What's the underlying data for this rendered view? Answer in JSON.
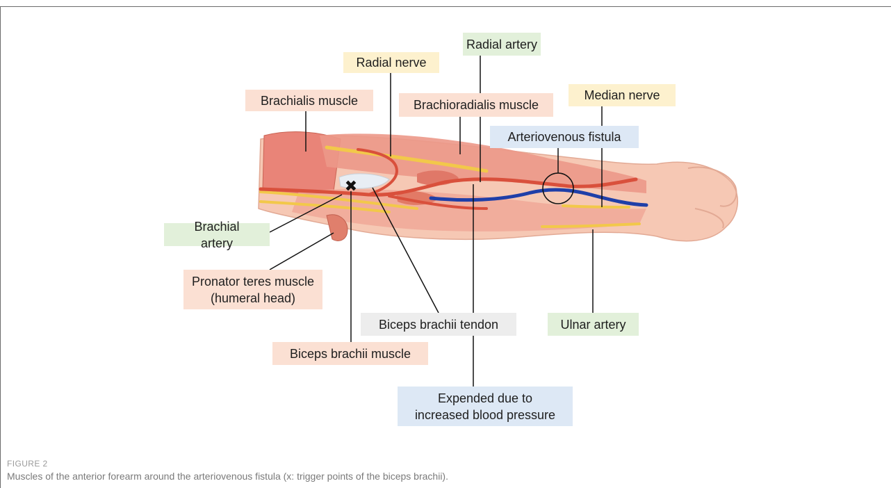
{
  "colors": {
    "muscle_label_bg": "#fbe0d3",
    "nerve_label_bg": "#fdf1ce",
    "artery_label_bg": "#e2f0da",
    "vein_label_bg": "#dde8f5",
    "tendon_label_bg": "#ededed",
    "skin": "#f6c8b4",
    "muscle": "#ec9484",
    "nerve": "#f2c84a",
    "artery": "#d9503c",
    "vein": "#1f3fa8"
  },
  "labels": {
    "radial_artery": "Radial artery",
    "radial_nerve": "Radial nerve",
    "brachialis_muscle": "Brachialis muscle",
    "brachioradialis_muscle": "Brachioradialis muscle",
    "median_nerve": "Median nerve",
    "arteriovenous_fistula": "Arteriovenous fistula",
    "brachial_artery": "Brachial\nartery",
    "pronator_teres": "Pronator teres muscle\n(humeral head)",
    "biceps_tendon": "Biceps brachii tendon",
    "ulnar_artery": "Ulnar artery",
    "biceps_muscle": "Biceps brachii muscle",
    "expended": "Expended due to\nincreased blood pressure"
  },
  "markers": {
    "trigger_point": "✖"
  },
  "figure": {
    "label": "FIGURE 2",
    "caption": "Muscles of the anterior forearm around the arteriovenous fistula (x: trigger points of the biceps brachii)."
  }
}
